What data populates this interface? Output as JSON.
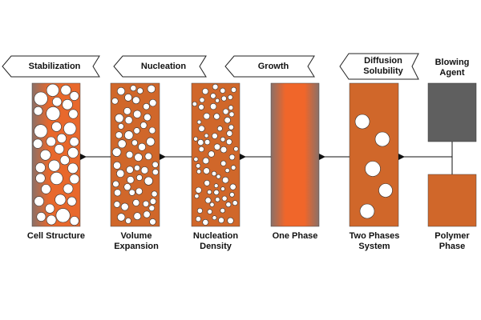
{
  "diagram": {
    "banners": [
      {
        "id": "stabilization",
        "label": "Stabilization"
      },
      {
        "id": "nucleation",
        "label": "Nucleation"
      },
      {
        "id": "growth",
        "label": "Growth"
      },
      {
        "id": "diffusion",
        "label": "Diffusion Solubility"
      }
    ],
    "blowing_agent_label": "Blowing Agent",
    "stage_labels": [
      {
        "id": "cell-structure",
        "label": "Cell Structure"
      },
      {
        "id": "volume-expansion",
        "label": "Volume Expansion"
      },
      {
        "id": "nucleation-density",
        "label": "Nucleation Density"
      },
      {
        "id": "one-phase",
        "label": "One Phase"
      },
      {
        "id": "two-phases-system",
        "label": "Two Phases System"
      },
      {
        "id": "polymer-phase",
        "label": "Polymer Phase"
      }
    ],
    "colors": {
      "polymer_orange": "#d0672a",
      "bright_orange": "#f0662a",
      "gray_edge": "#7d6e68",
      "blowing_agent_gray": "#5f5f5f",
      "stroke": "#222222",
      "banner_fill": "#ffffff"
    }
  }
}
